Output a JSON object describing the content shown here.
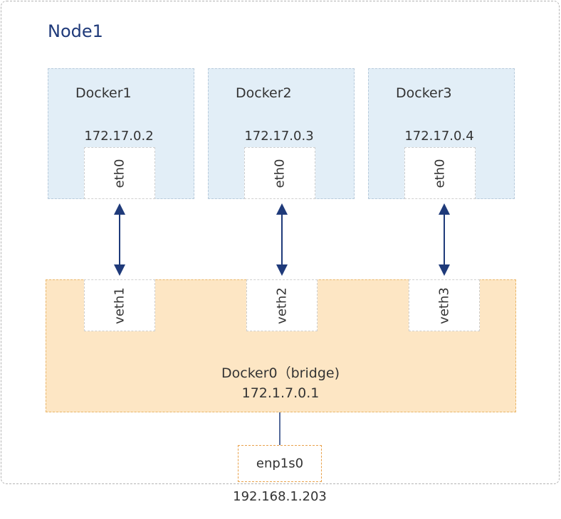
{
  "node": {
    "title": "Node1"
  },
  "containers": [
    {
      "name": "Docker1",
      "ip": "172.17.0.2",
      "iface": "eth0"
    },
    {
      "name": "Docker2",
      "ip": "172.17.0.3",
      "iface": "eth0"
    },
    {
      "name": "Docker3",
      "ip": "172.17.0.4",
      "iface": "eth0"
    }
  ],
  "bridge": {
    "veths": [
      "veth1",
      "veth2",
      "veth3"
    ],
    "name": "Docker0（bridge)",
    "ip": "172.1.7.0.1"
  },
  "nic": {
    "name": "enp1s0",
    "ip": "192.168.1.203"
  },
  "colors": {
    "container_fill": "#e2eef7",
    "bridge_fill": "#fde6c4",
    "arrow": "#1f3a7a",
    "title": "#1f3a7a"
  }
}
